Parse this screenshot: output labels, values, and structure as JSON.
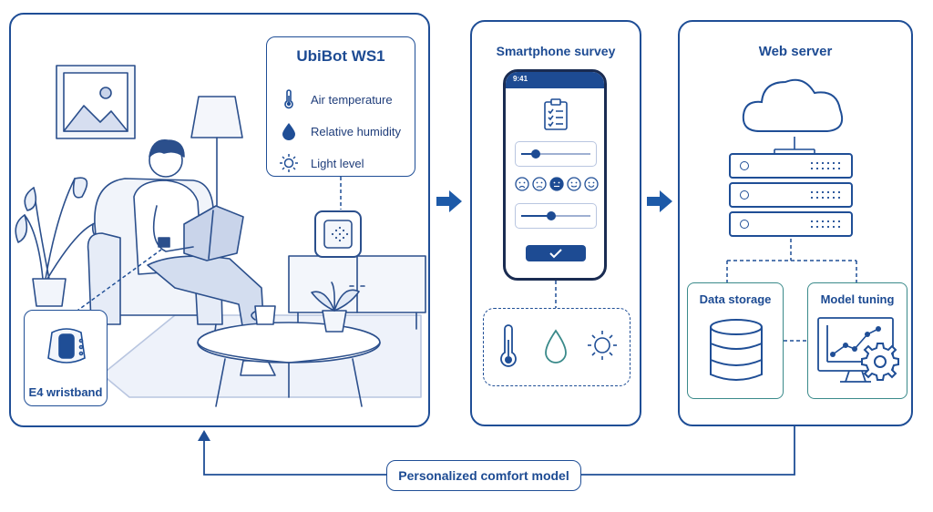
{
  "panels": {
    "home": {
      "sensor_title": "UbiBot WS1",
      "sensor_items": [
        {
          "label": "Air temperature",
          "icon": "thermometer-icon"
        },
        {
          "label": "Relative humidity",
          "icon": "droplet-icon"
        },
        {
          "label": "Light level",
          "icon": "sun-icon"
        }
      ],
      "wristband_label": "E4 wristband"
    },
    "survey": {
      "title": "Smartphone survey",
      "phone_time": "9:41",
      "emoji_scale": [
        "very-unhappy",
        "unhappy",
        "neutral",
        "happy",
        "very-happy"
      ],
      "selected_emoji_index": 2,
      "slider_1": 0.22,
      "slider_2": 0.45,
      "submit_icon": "check-icon",
      "env_icons": [
        "thermometer-icon",
        "droplet-icon",
        "sun-icon"
      ]
    },
    "server": {
      "title": "Web server",
      "storage_label": "Data storage",
      "tuning_label": "Model tuning"
    }
  },
  "feedback_label": "Personalized comfort model",
  "colors": {
    "primary": "#1f4e96",
    "teal": "#3a8a8a",
    "arrow": "#1d5aa8"
  }
}
